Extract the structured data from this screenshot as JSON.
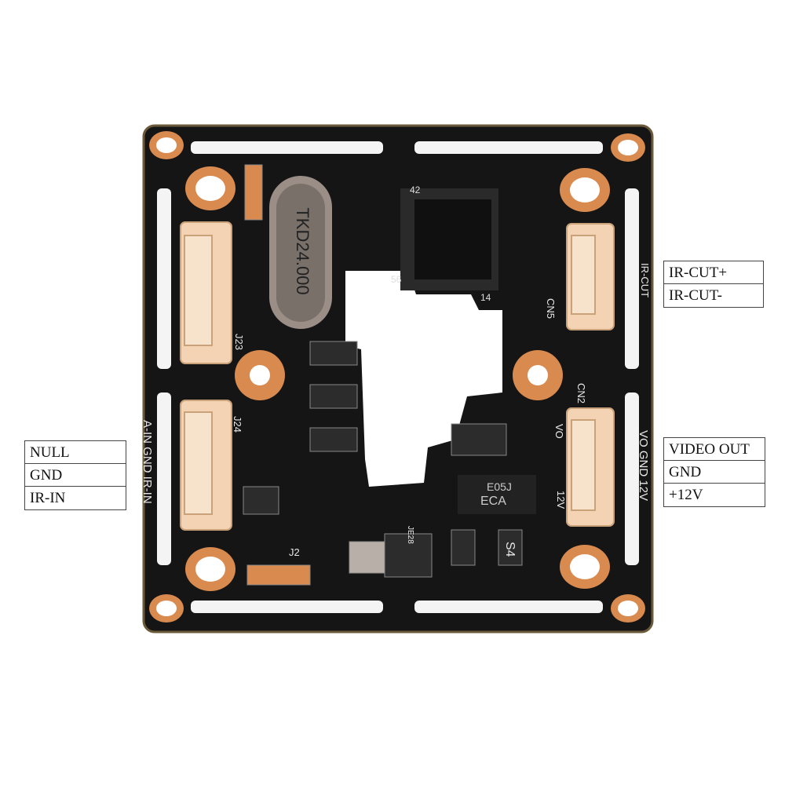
{
  "board": {
    "crystal_marking": "TKD24.000",
    "chip_pin_42": "42",
    "chip_pin_56": "56",
    "chip_pin_14": "14",
    "regulator_marking_1": "E05J",
    "regulator_marking_2": "ECA",
    "part_s4": "S4",
    "silk_ircut": "IR-CUT",
    "silk_cn5": "CN5",
    "silk_cn2": "CN2",
    "silk_j24": "J24",
    "silk_j23": "J23",
    "silk_j2": "J2",
    "silk_j28": "JE28",
    "silk_left_vertical": "A-IN GND IR-IN",
    "silk_right_vertical": "VO GND 12V",
    "silk_vo": "VO",
    "silk_12v": "12V",
    "pcb_color": "#1a1a1a",
    "pad_color": "#d98a4e",
    "connector_color": "#f3d3b3"
  },
  "labels": {
    "left": [
      "NULL",
      "GND",
      "IR-IN"
    ],
    "right_top": [
      "IR-CUT+",
      "IR-CUT-"
    ],
    "right_bottom": [
      "VIDEO OUT",
      "GND",
      "+12V"
    ]
  }
}
